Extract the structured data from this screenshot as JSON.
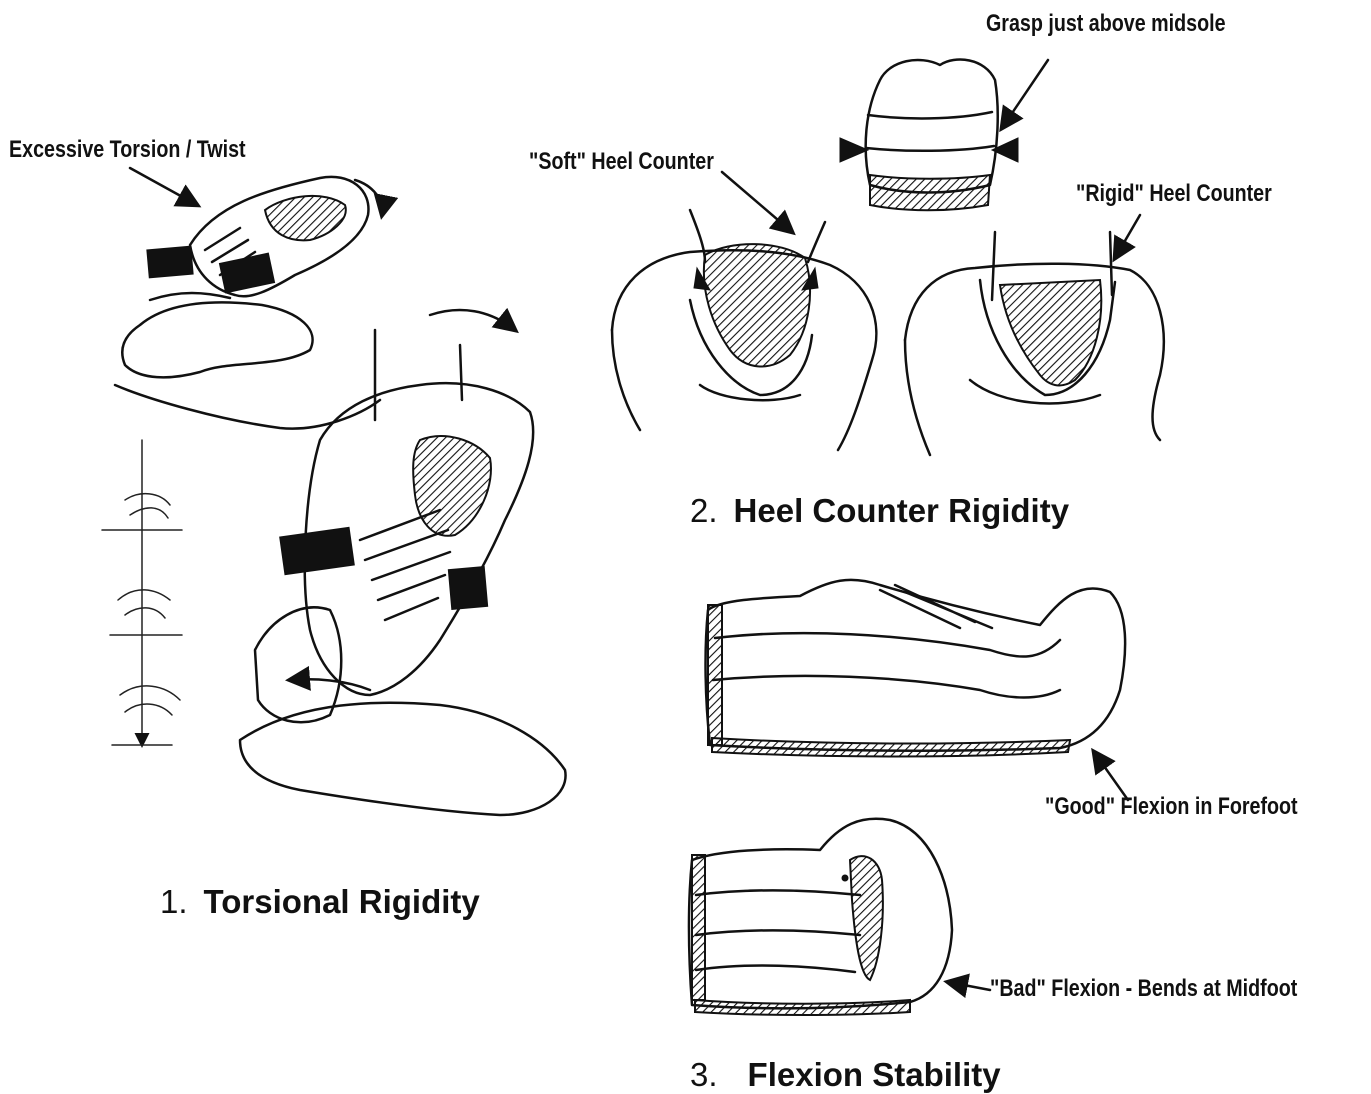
{
  "labels": {
    "excessive_torsion": "Excessive Torsion / Twist",
    "soft_heel": "\"Soft\" Heel Counter",
    "grasp": "Grasp just above midsole",
    "rigid_heel": "\"Rigid\" Heel Counter",
    "good_flexion": "\"Good\" Flexion in Forefoot",
    "bad_flexion": "\"Bad\" Flexion - Bends at Midfoot"
  },
  "sections": {
    "torsional": {
      "number": "1.",
      "title": "Torsional Rigidity"
    },
    "heel": {
      "number": "2.",
      "title": "Heel Counter Rigidity"
    },
    "flexion": {
      "number": "3.",
      "title": "Flexion Stability"
    }
  }
}
